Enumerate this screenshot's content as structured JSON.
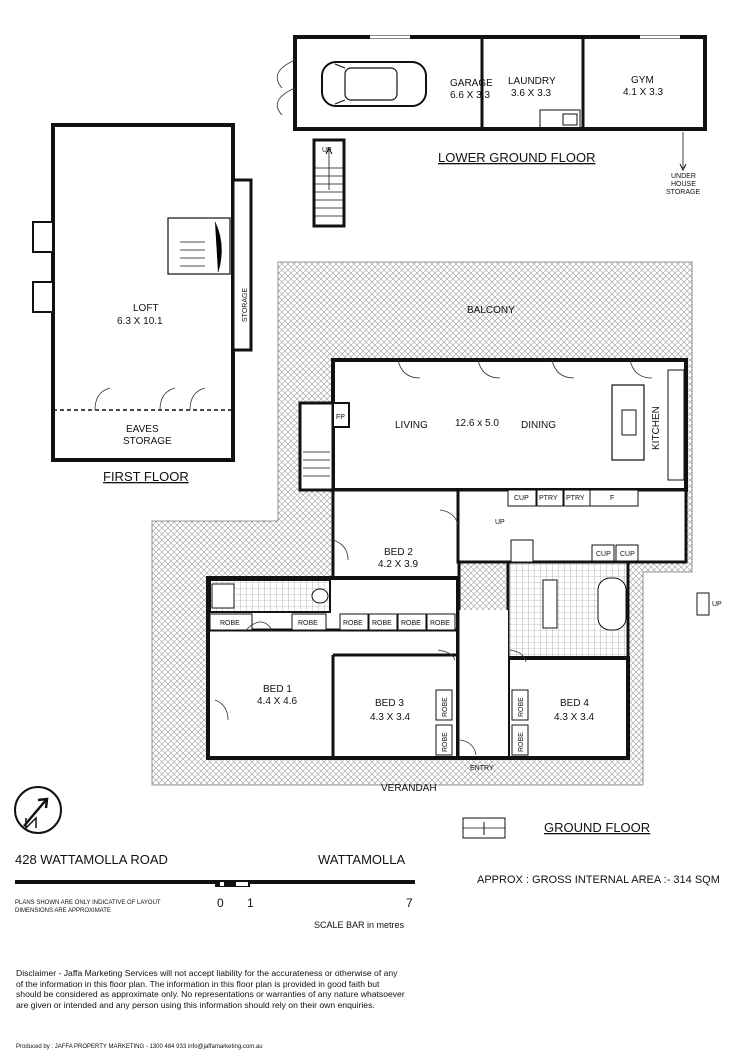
{
  "floors": {
    "lower_ground": {
      "title": "LOWER GROUND FLOOR",
      "rooms": {
        "garage": {
          "name": "GARAGE",
          "size": "6.6 X 3.3"
        },
        "laundry": {
          "name": "LAUNDRY",
          "size": "3.6 X 3.3"
        },
        "gym": {
          "name": "GYM",
          "size": "4.1 X 3.3"
        }
      },
      "up": "UP",
      "under_house": [
        "UNDER",
        "HOUSE",
        "STORAGE"
      ]
    },
    "first": {
      "title": "FIRST FLOOR",
      "rooms": {
        "loft": {
          "name": "LOFT",
          "size": "6.3 X 10.1"
        },
        "storage": "STORAGE",
        "eaves": [
          "EAVES",
          "STORAGE"
        ]
      }
    },
    "ground": {
      "title": "GROUND FLOOR",
      "balcony": "BALCONY",
      "living": "LIVING",
      "living_size": "12.6 x 5.0",
      "dining": "DINING",
      "kitchen": "KITCHEN",
      "fp": "FP",
      "cup": "CUP",
      "ptry": "PTRY",
      "f": "F",
      "up": "UP",
      "robe": "ROBE",
      "entry": "ENTRY",
      "verandah": "VERANDAH",
      "rooms": {
        "bed1": {
          "name": "BED 1",
          "size": "4.4 X 4.6"
        },
        "bed2": {
          "name": "BED 2",
          "size": "4.2 X 3.9"
        },
        "bed3": {
          "name": "BED 3",
          "size": "4.3 X 3.4"
        },
        "bed4": {
          "name": "BED 4",
          "size": "4.3 X 3.4"
        }
      }
    }
  },
  "footer": {
    "address": "428 WATTAMOLLA ROAD",
    "suburb": "WATTAMOLLA",
    "area": "APPROX : GROSS INTERNAL AREA :- 314 SQM",
    "plans_note_1": "PLANS SHOWN ARE ONLY INDICATIVE OF LAYOUT",
    "plans_note_2": "DIMENSIONS ARE APPROXIMATE",
    "scale_0": "0",
    "scale_1": "1",
    "scale_7": "7",
    "scale_label": "SCALE BAR in metres",
    "disclaimer": "Disclaimer - Jaffa Marketing Services will not accept liability for the accurateness or otherwise of any of the information in this floor plan. The information in this floor plan is provided in good faith but should be considered as approximate only. No representations or warranties of any nature whatsoever are given or intended and any person using this information should rely on their own enquiries.",
    "credit": "Produced by : JAFFA PROPERTY MARKETING - 1300 484 933 info@jaffamarketing.com.au"
  }
}
